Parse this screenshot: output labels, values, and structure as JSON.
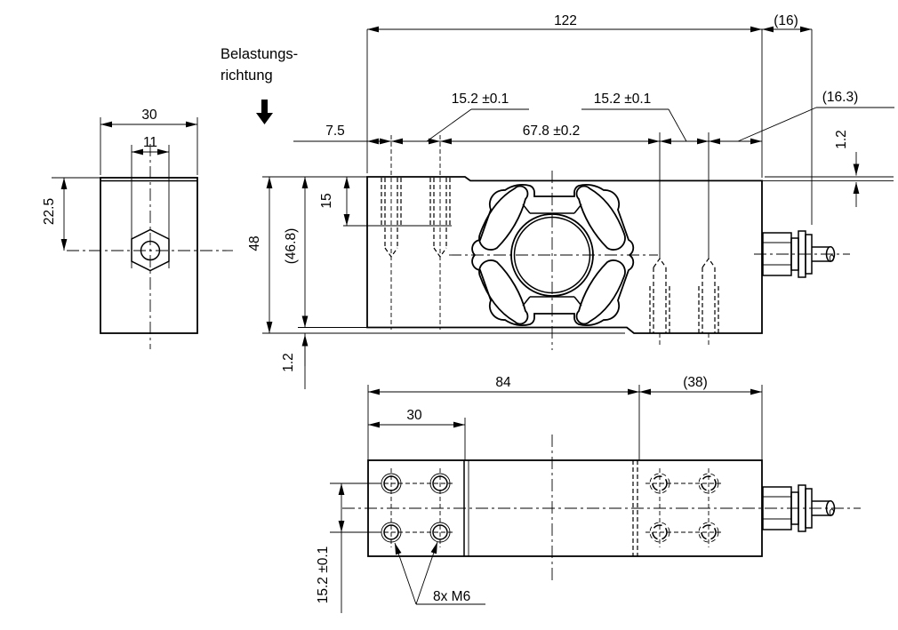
{
  "load_direction": {
    "line1": "Belastungs-",
    "line2": "richtung"
  },
  "end_view": {
    "width": "30",
    "hex_width": "11",
    "top_to_center": "22.5"
  },
  "side_view": {
    "total_length": "122",
    "cable_gland_length": "(16)",
    "hole_pitch_left": "15.2 ±0.1",
    "hole_pitch_right": "15.2 ±0.1",
    "edge_to_first_hole": "7.5",
    "hole_group_span": "67.8 ±0.2",
    "end_to_hole": "(16.3)",
    "height": "48",
    "pocket_height": "(46.8)",
    "thread_depth": "15",
    "bottom_clearance": "1.2",
    "top_clearance": "1.2"
  },
  "bottom_view": {
    "mounting_length": "84",
    "cable_end_length": "(38)",
    "block_length": "30",
    "hole_pitch": "15.2 ±0.1",
    "thread_callout": "8x M6"
  },
  "colors": {
    "ink": "#000000",
    "background": "#ffffff"
  }
}
